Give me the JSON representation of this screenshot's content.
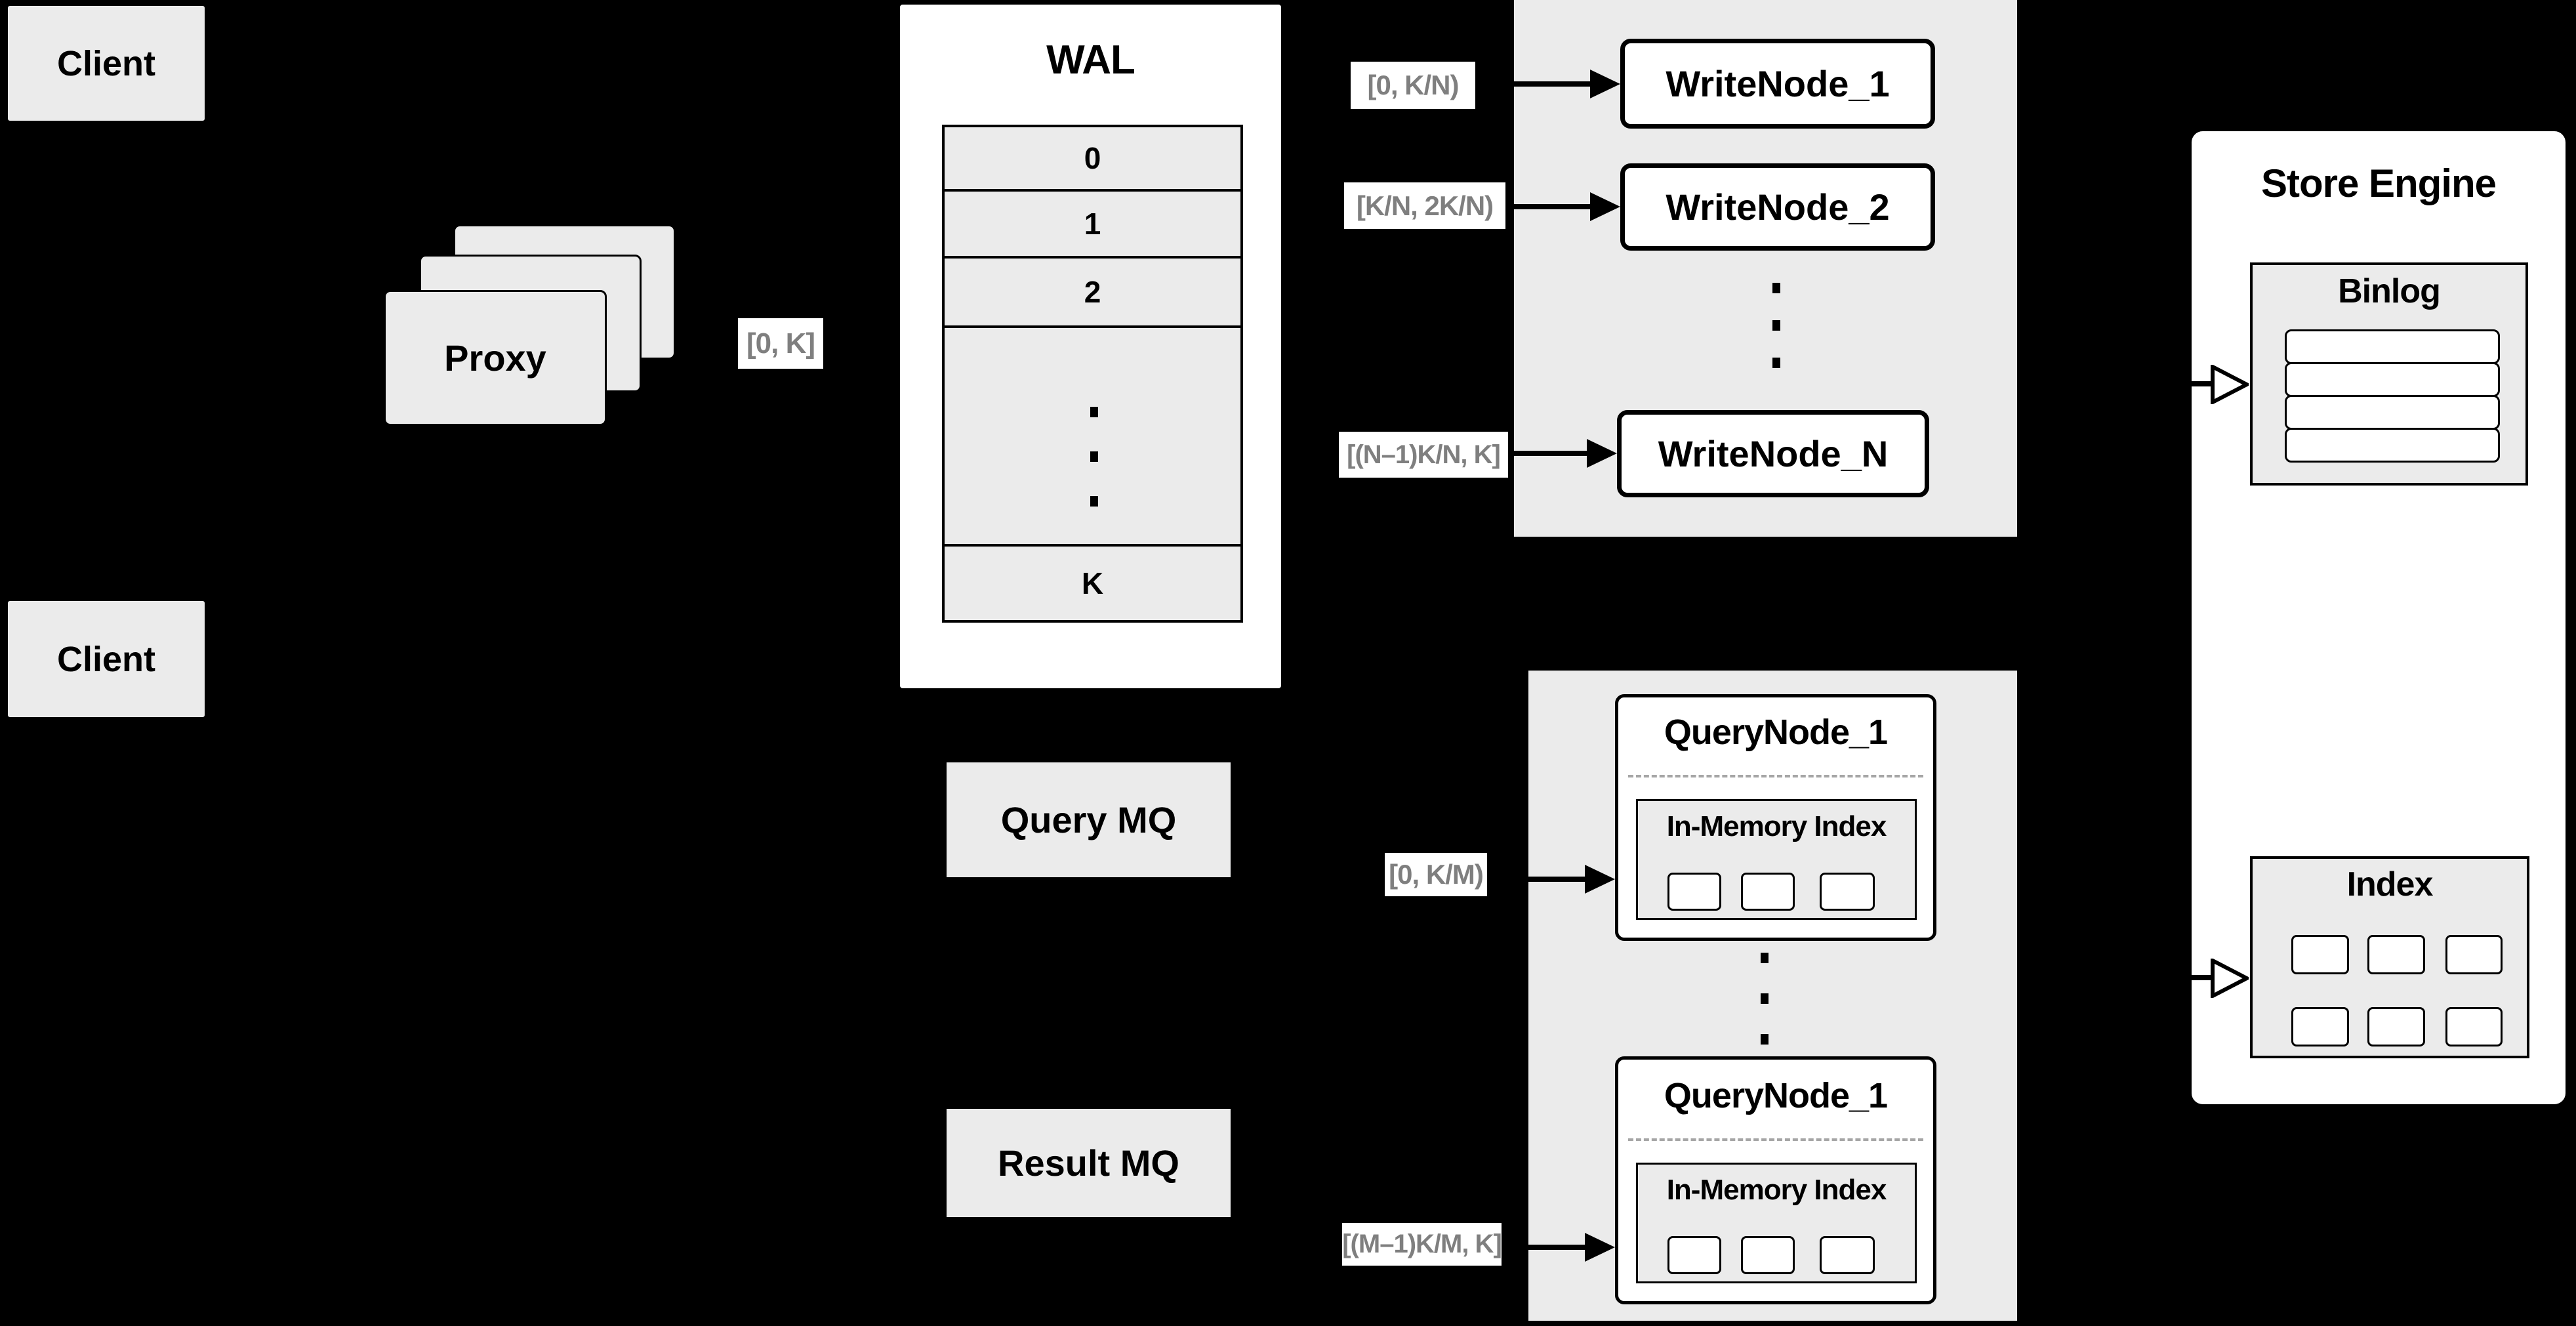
{
  "colors": {
    "background": "#000000",
    "box_fill": "#ebebeb",
    "node_fill": "#ffffff",
    "border": "#000000",
    "range_label_text": "#7f7f7f",
    "dashed_separator": "#a6a6a6"
  },
  "nodes": {
    "client_top": {
      "label": "Client"
    },
    "client_bottom": {
      "label": "Client"
    },
    "proxy": {
      "label": "Proxy"
    },
    "wal": {
      "title": "WAL",
      "rows": [
        "0",
        "1",
        "2",
        "K"
      ]
    },
    "query_mq": {
      "label": "Query MQ"
    },
    "result_mq": {
      "label": "Result MQ"
    },
    "write_panel": {
      "node_1": "WriteNode_1",
      "node_2": "WriteNode_2",
      "node_n": "WriteNode_N"
    },
    "query_panel": {
      "node_top": {
        "title": "QueryNode_1",
        "inner": "In-Memory Index"
      },
      "node_bottom": {
        "title": "QueryNode_1",
        "inner": "In-Memory Index"
      }
    },
    "store_engine": {
      "title": "Store Engine",
      "binlog_title": "Binlog",
      "index_title": "Index"
    }
  },
  "range_labels": {
    "proxy_to_wal": "[0, K]",
    "to_write_node_1": "[0, K/N)",
    "to_write_node_2": "[K/N, 2K/N)",
    "to_write_node_n": "[(N–1)K/N, K]",
    "to_query_node_top": "[0, K/M)",
    "to_query_node_bottom": "[(M–1)K/M, K]"
  }
}
